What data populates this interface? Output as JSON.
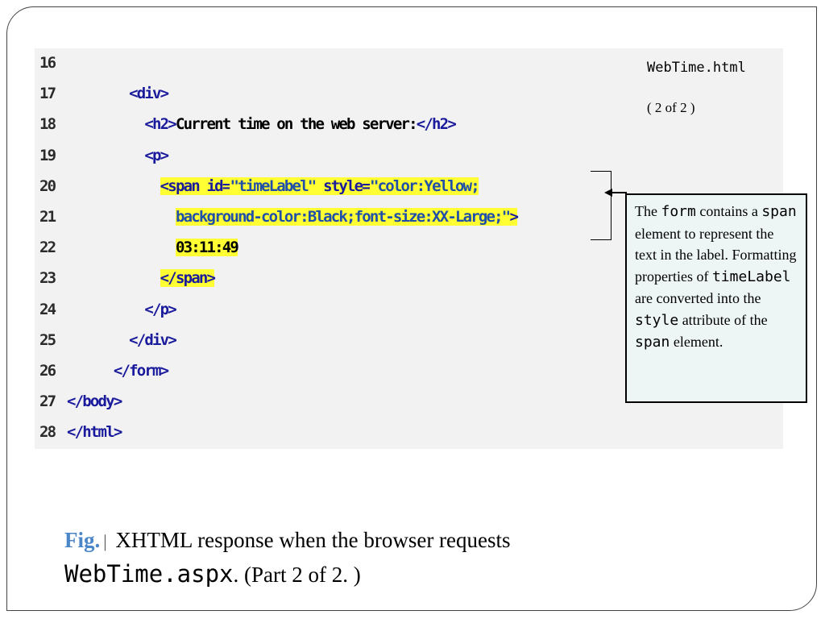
{
  "file_title": "WebTime.html",
  "page_count": "( 2 of 2 )",
  "code_lines": [
    {
      "ln": "16",
      "segs": []
    },
    {
      "ln": "17",
      "segs": [
        {
          "t": "        ",
          "c": "txt"
        },
        {
          "t": "<div>",
          "c": "tag"
        }
      ]
    },
    {
      "ln": "18",
      "segs": [
        {
          "t": "          ",
          "c": "txt"
        },
        {
          "t": "<h2>",
          "c": "tag"
        },
        {
          "t": "Current time on the web server:",
          "c": "txt"
        },
        {
          "t": "</h2>",
          "c": "tag"
        }
      ]
    },
    {
      "ln": "19",
      "segs": [
        {
          "t": "          ",
          "c": "txt"
        },
        {
          "t": "<p>",
          "c": "tag"
        }
      ]
    },
    {
      "ln": "20",
      "segs": [
        {
          "t": "            ",
          "c": "txt"
        },
        {
          "t": "<span ",
          "c": "tag hl"
        },
        {
          "t": "id=",
          "c": "attr hl"
        },
        {
          "t": "\"timeLabel\"",
          "c": "str hl"
        },
        {
          "t": " style=",
          "c": "attr hl"
        },
        {
          "t": "\"color:Yellow;",
          "c": "str hl"
        }
      ]
    },
    {
      "ln": "21",
      "segs": [
        {
          "t": "              ",
          "c": "txt"
        },
        {
          "t": "background-color:Black;font-size:XX-Large;\"",
          "c": "str hl"
        },
        {
          "t": ">",
          "c": "tag hl"
        }
      ]
    },
    {
      "ln": "22",
      "segs": [
        {
          "t": "              ",
          "c": "txt"
        },
        {
          "t": "03:11:49",
          "c": "txt hl"
        }
      ]
    },
    {
      "ln": "23",
      "segs": [
        {
          "t": "            ",
          "c": "txt"
        },
        {
          "t": "</span>",
          "c": "tag hl"
        }
      ]
    },
    {
      "ln": "24",
      "segs": [
        {
          "t": "          ",
          "c": "txt"
        },
        {
          "t": "</p>",
          "c": "tag"
        }
      ]
    },
    {
      "ln": "25",
      "segs": [
        {
          "t": "        ",
          "c": "txt"
        },
        {
          "t": "</div>",
          "c": "tag"
        }
      ]
    },
    {
      "ln": "26",
      "segs": [
        {
          "t": "      ",
          "c": "txt"
        },
        {
          "t": "</form>",
          "c": "tag"
        }
      ]
    },
    {
      "ln": "27",
      "segs": [
        {
          "t": "</body>",
          "c": "tag"
        }
      ]
    },
    {
      "ln": "28",
      "segs": [
        {
          "t": "</html>",
          "c": "tag"
        }
      ]
    }
  ],
  "callout": {
    "p1": "The ",
    "form_word": "form",
    "p2": " contains a ",
    "span_word": "span",
    "p3": " element to represent the text in the label. Formatting properties of ",
    "timelabel_word": "timeLabel",
    "p4": " are converted into the ",
    "style_word": "style",
    "p5": " attribute of the ",
    "span_word2": "span",
    "p6": " element."
  },
  "caption": {
    "fig_label": "Fig.",
    "separator": "|",
    "text": " XHTML response when the browser requests",
    "mono_text": "WebTime.aspx",
    "tail": ". (Part 2 of 2. )"
  }
}
